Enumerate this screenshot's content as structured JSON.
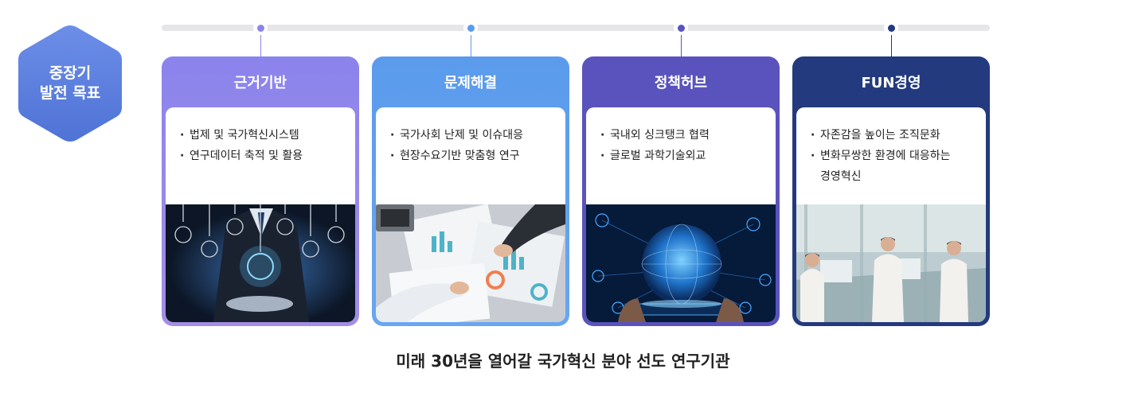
{
  "goal_badge": {
    "line1": "중장기",
    "line2": "발전 목표",
    "color": "#5b7fdd"
  },
  "timeline": {
    "track_color": "#e6e6ea"
  },
  "cards": [
    {
      "title": "근거기반",
      "color": "#8b84ec",
      "bottom_color": "#a48de6",
      "image": "lightbulb-businessman-icon",
      "bullets": [
        "법제 및 국가혁신시스템",
        "연구데이터 축적 및 활용"
      ]
    },
    {
      "title": "문제해결",
      "color": "#5b9bec",
      "bottom_color": "#6aa6f0",
      "image": "business-charts-meeting-icon",
      "bullets": [
        "국가사회 난제 및 이슈대응",
        "현장수요기반 맞춤형 연구"
      ]
    },
    {
      "title": "정책허브",
      "color": "#5a53bd",
      "bottom_color": "#5a53bd",
      "image": "digital-globe-network-icon",
      "bullets": [
        "국내외 싱크탱크 협력",
        "글로벌 과학기술외교"
      ]
    },
    {
      "title": "FUN경영",
      "color": "#243a7e",
      "bottom_color": "#243a7e",
      "image": "office-team-meeting-icon",
      "bullets": [
        "자존감을 높이는 조직문화",
        "변화무쌍한 환경에 대응하는",
        "경영혁신"
      ],
      "bullet_continuation_index": 2
    }
  ],
  "bullet_mark": "·",
  "tagline": "미래 30년을 열어갈 국가혁신 분야 선도 연구기관"
}
